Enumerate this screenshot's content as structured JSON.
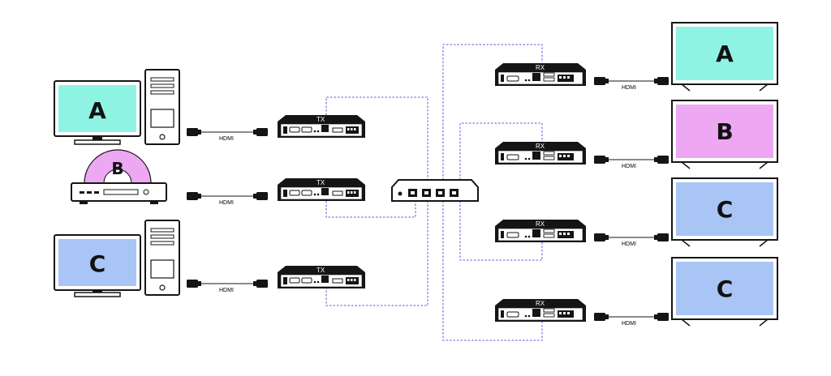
{
  "sources": [
    {
      "screen_letter": "A",
      "screen_color": "#8ff3e4",
      "type": "pc"
    },
    {
      "screen_letter": "B",
      "disc_color": "#eea7f3",
      "type": "disc-player"
    },
    {
      "screen_letter": "C",
      "screen_color": "#a9c5f5",
      "type": "pc"
    }
  ],
  "transmitters": [
    {
      "label": "TX"
    },
    {
      "label": "TX"
    },
    {
      "label": "TX"
    }
  ],
  "receivers": [
    {
      "label": "RX"
    },
    {
      "label": "RX"
    },
    {
      "label": "RX"
    },
    {
      "label": "RX"
    }
  ],
  "cable_label": "HDMI",
  "displays": [
    {
      "letter": "A",
      "color": "#8ff3e4"
    },
    {
      "letter": "B",
      "color": "#eea7f3"
    },
    {
      "letter": "C",
      "color": "#a9c5f5"
    },
    {
      "letter": "C",
      "color": "#a9c5f5"
    }
  ],
  "colors": {
    "network_line": "#8a73e6",
    "device": "#111111"
  }
}
